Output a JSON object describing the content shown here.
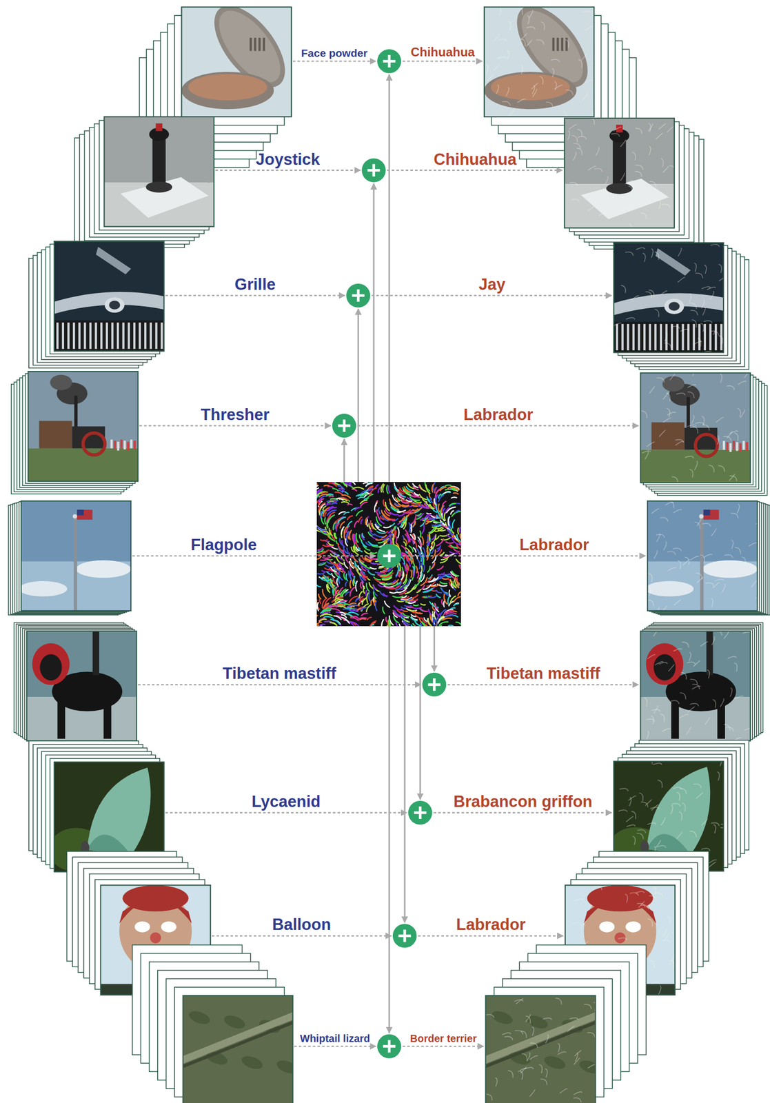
{
  "diagram": {
    "labels": [
      "Face powder",
      "Chihuahua",
      "Joystick",
      "Chihuahua",
      "Grille",
      "Jay",
      "Thresher",
      "Labrador",
      "Flagpole",
      "Labrador",
      "Tibetan mastiff",
      "Tibetan mastiff",
      "Lycaenid",
      "Brabancon griffon",
      "Balloon",
      "Labrador",
      "Whiptail lizard",
      "Border terrier"
    ]
  }
}
